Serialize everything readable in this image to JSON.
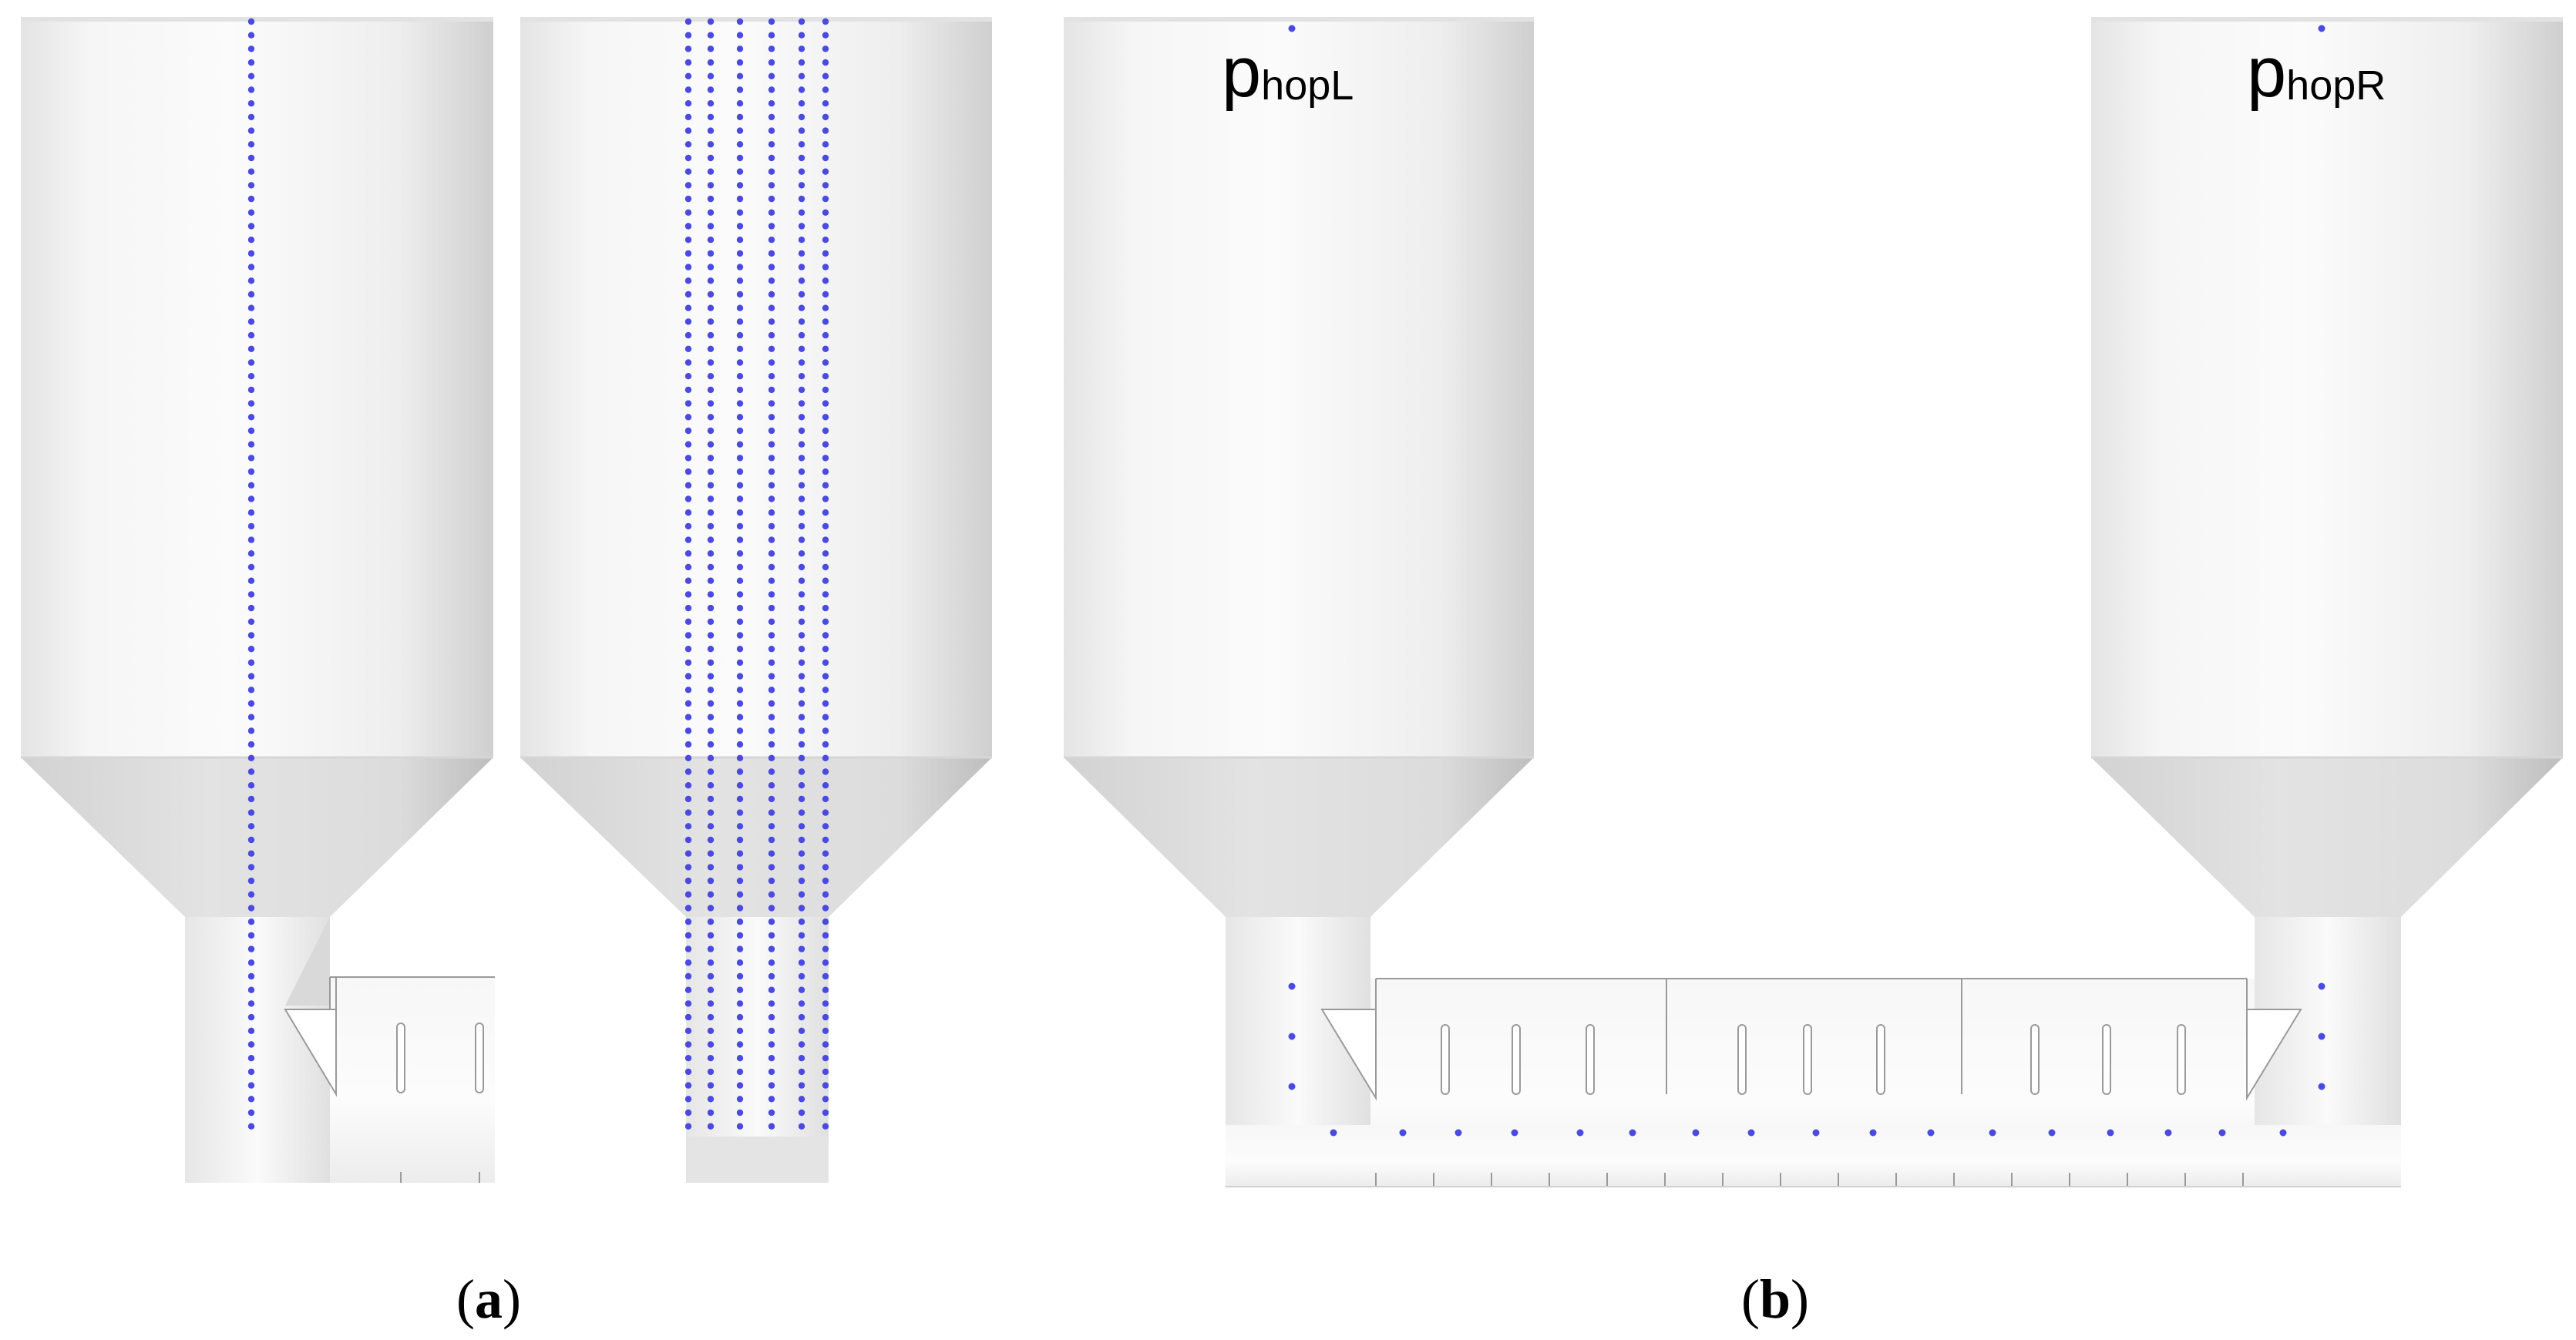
{
  "labels": {
    "hopper_left": {
      "main": "p",
      "sub": "hopL"
    },
    "hopper_right": {
      "main": "p",
      "sub": "hopR"
    }
  },
  "captions": {
    "a": {
      "open": "(",
      "letter": "a",
      "close": ")"
    },
    "b": {
      "open": "(",
      "letter": "b",
      "close": ")"
    }
  },
  "colors": {
    "probe_dot": "#4a4ae0",
    "vessel_light": "#fafafa",
    "vessel_mid": "#ebebeb",
    "vessel_dark": "#c4c4c4",
    "edge": "#9a9a9a"
  }
}
